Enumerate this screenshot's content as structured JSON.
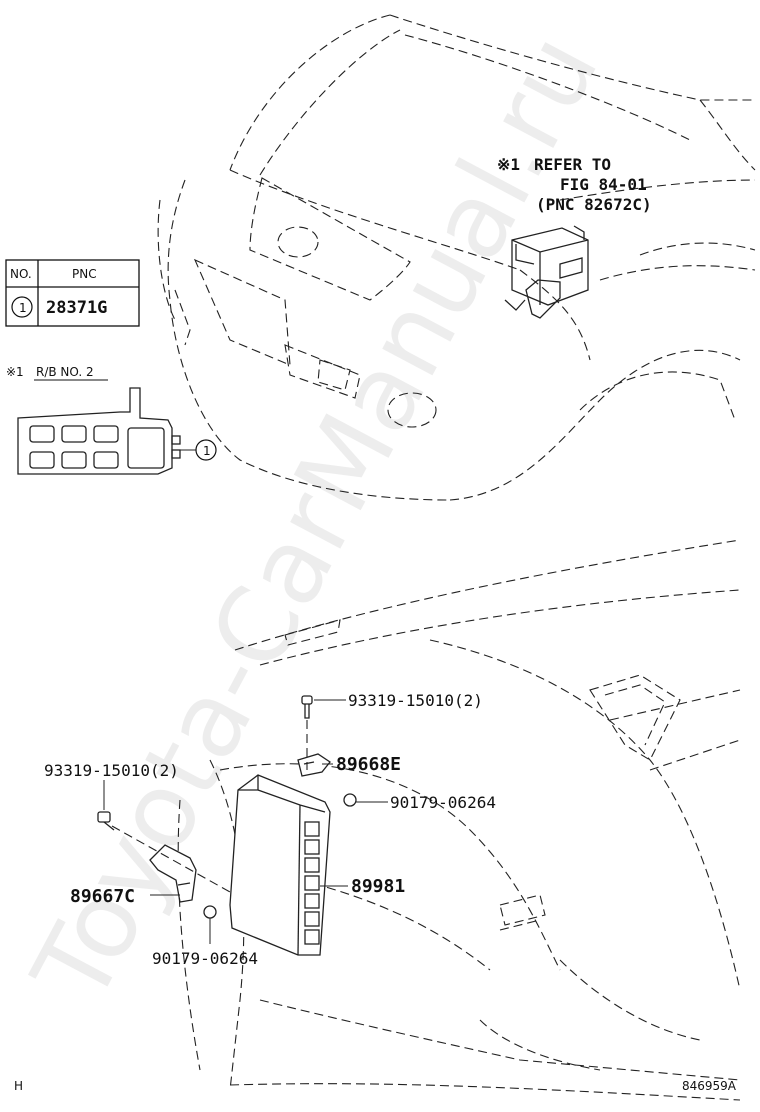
{
  "watermark": "Toyota-CarManual.ru",
  "refer_note": {
    "mark": "※1",
    "line1": "REFER TO",
    "line2": "FIG 84-01",
    "line3": "(PNC 82672C)"
  },
  "pnc_table": {
    "header_no": "NO.",
    "header_pnc": "PNC",
    "row_no": "1",
    "row_pnc": "28371G"
  },
  "relay_block": {
    "mark": "※1",
    "label": "R/B NO. 2",
    "callout": "1"
  },
  "parts": {
    "bolt_top": "93319-15010(2)",
    "bracket_right": "89668E",
    "nut_right": "90179-06264",
    "ecu": "89981",
    "bolt_left": "93319-15010(2)",
    "bracket_left": "89667C",
    "nut_left": "90179-06264"
  },
  "footer": {
    "left": "H",
    "right": "846959A"
  }
}
